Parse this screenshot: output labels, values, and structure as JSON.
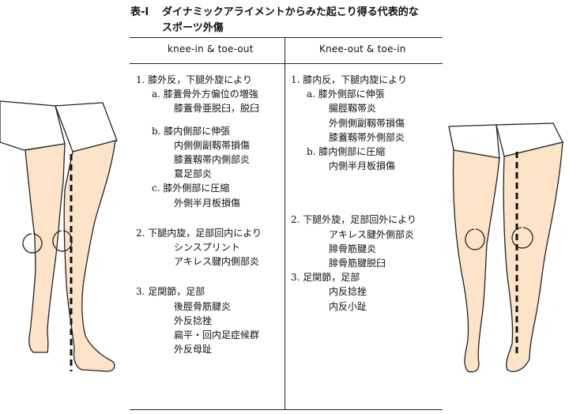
{
  "title": {
    "number": "表-I",
    "line1": "ダイナミックアライメントからみた起こり得る代表的な",
    "line2": "スポーツ外傷"
  },
  "table": {
    "headers": [
      "knee-in & toe-out",
      "Knee-out & toe-in"
    ],
    "left": [
      {
        "t": "1. 膝外反，下腿外旋により",
        "i": 0
      },
      {
        "t": "a. 膝蓋骨外方偏位の増強",
        "i": 1
      },
      {
        "t": "膝蓋骨亜脱臼，脱臼",
        "i": 2
      },
      {
        "gap": 2
      },
      {
        "t": "b. 膝内側部に伸張",
        "i": 1
      },
      {
        "t": "内側側副靱帯損傷",
        "i": 2
      },
      {
        "t": "膝蓋靱帯内側部炎",
        "i": 2
      },
      {
        "t": "鵞足部炎",
        "i": 2
      },
      {
        "t": "c. 膝外側部に圧縮",
        "i": 1
      },
      {
        "t": "外側半月板損傷",
        "i": 2
      },
      {
        "gap": 1
      },
      {
        "t": "2. 下腿内旋，足部回内により",
        "i": 0
      },
      {
        "t": "シンスプリント",
        "i": 2
      },
      {
        "t": "アキレス腱内側部炎",
        "i": 2
      },
      {
        "gap": 1
      },
      {
        "t": "3. 足関節，足部",
        "i": 0
      },
      {
        "t": "後脛骨筋腱炎",
        "i": 2
      },
      {
        "t": "外反捻挫",
        "i": 2
      },
      {
        "t": "扁平・回内足症候群",
        "i": 2
      },
      {
        "t": "外反母趾",
        "i": 2
      }
    ],
    "right": [
      {
        "t": "1. 膝内反，下腿内旋により",
        "i": 0
      },
      {
        "t": "a. 膝外側部に伸張",
        "i": 1
      },
      {
        "t": "腸脛靱帯炎",
        "i": 2
      },
      {
        "t": "外側側副靱帯損傷",
        "i": 2
      },
      {
        "t": "膝蓋靱帯外側部炎",
        "i": 2
      },
      {
        "t": "b. 膝内側部に圧縮",
        "i": 1
      },
      {
        "t": "内側半月板損傷",
        "i": 2
      },
      {
        "gap": 2
      },
      {
        "gap": 2
      },
      {
        "gap": 2
      },
      {
        "gap": 2
      },
      {
        "gap": 2
      },
      {
        "t": "2. 下腿外旋，足部回外により",
        "i": 0
      },
      {
        "t": "アキレス腱外側部炎",
        "i": 2
      },
      {
        "t": "腓骨筋腱炎",
        "i": 2
      },
      {
        "t": "腓骨筋腱脱臼",
        "i": 2
      },
      {
        "t": "3. 足関節，足部",
        "i": 0
      },
      {
        "t": "内反捻挫",
        "i": 2
      },
      {
        "t": "内反小趾",
        "i": 2
      }
    ]
  },
  "colors": {
    "skin": "#fde3c8",
    "line": "#222222"
  }
}
